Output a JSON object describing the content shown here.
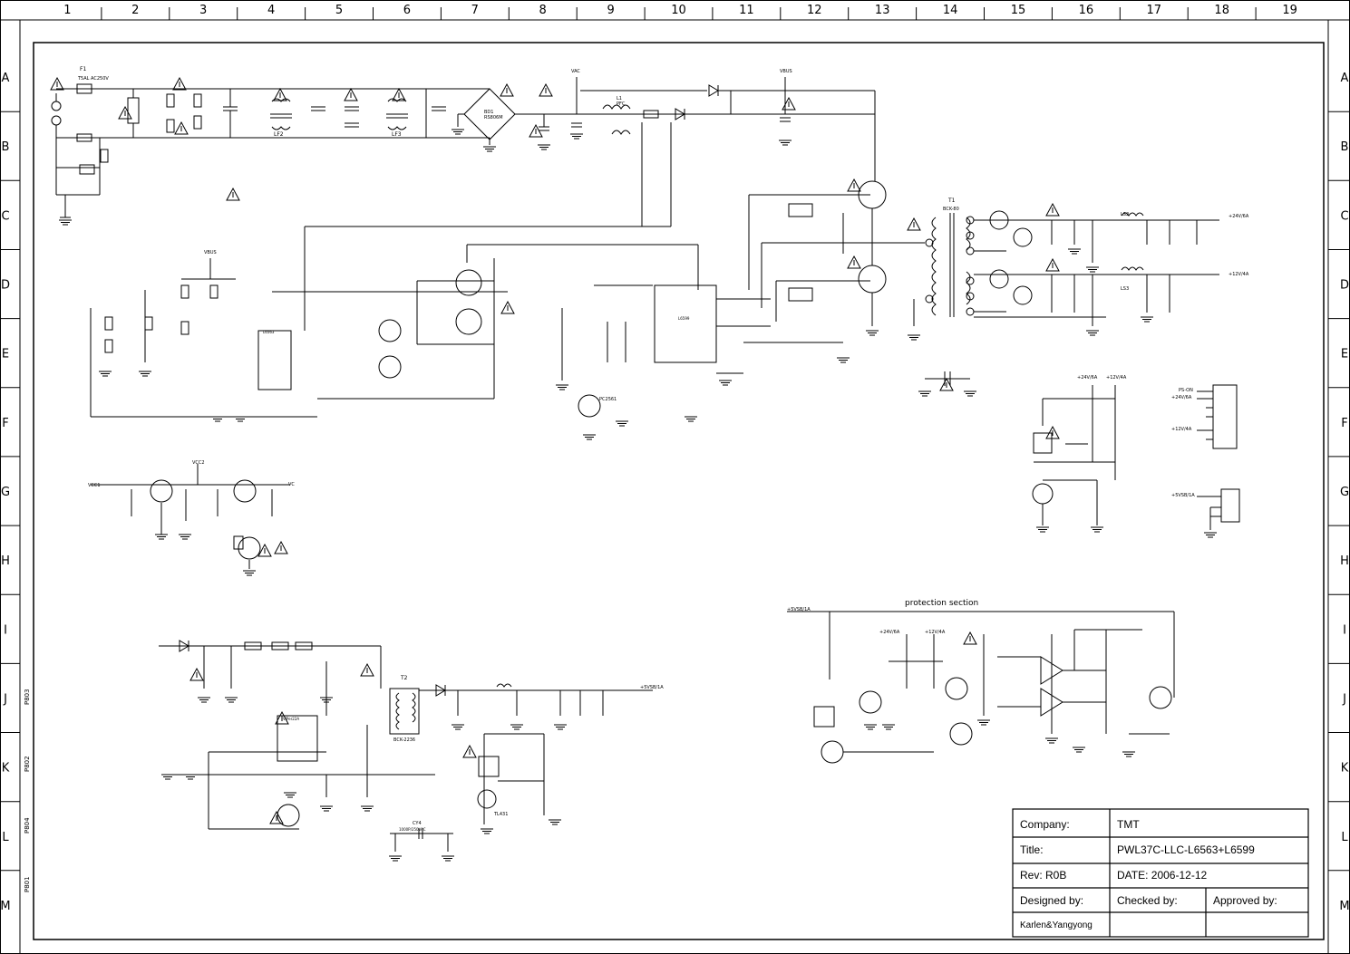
{
  "grid": {
    "columns": [
      "1",
      "2",
      "3",
      "4",
      "5",
      "6",
      "7",
      "8",
      "9",
      "10",
      "11",
      "12",
      "13",
      "14",
      "15",
      "16",
      "17",
      "18",
      "19"
    ],
    "rows": [
      "A",
      "B",
      "C",
      "D",
      "E",
      "F",
      "G",
      "H",
      "I",
      "J",
      "K",
      "L",
      "M"
    ]
  },
  "title_block": {
    "company_label": "Company:",
    "company_value": "TMT",
    "title_label": "Title:",
    "title_value": "PWL37C-LLC-L6563+L6599",
    "rev_label": "Rev: R0B",
    "date_label": "DATE: 2006-12-12",
    "designed_label": "Designed by:",
    "checked_label": "Checked by:",
    "approved_label": "Approved by:",
    "designer_value": "Karlen&Yangyong"
  },
  "side_labels": [
    "P803",
    "P802",
    "P804",
    "P801"
  ],
  "section_labels": {
    "protection": "protection section"
  },
  "net_labels": {
    "vac": "VAC",
    "vbus": "VBUS",
    "vcc2": "VCC2",
    "vcc1": "VCC1",
    "vc": "VC",
    "out_24v": "+24V/6A",
    "out_12v": "+12V/4A",
    "out_5vsb": "+5VSB/1A",
    "ps_on": "PS-ON"
  },
  "component_labels": {
    "fuse": "F1",
    "fuse_rating": "T5AL AC250V",
    "bridge": "BD1",
    "bridge_part": "RS806M",
    "pfc_choke": "L1",
    "pfc_choke_part": "PFC",
    "main_transformer": "T1",
    "main_transformer_part": "BCK-80",
    "standby_transformer": "T2",
    "standby_transformer_part": "BCK-2236",
    "lf2": "LF2",
    "lf3": "LF3",
    "pfc_ic": "L6563",
    "llc_ic": "L6599",
    "sb_ic": "VIPer22A",
    "optocoupler": "PC2561",
    "shunt_ref": "TL431",
    "y_cap": "CY4",
    "y_cap_rating": "1000P/250VAC",
    "ls2": "LS2",
    "ls3": "LS3"
  },
  "colors": {
    "ink": "#000000",
    "paper": "#ffffff"
  }
}
